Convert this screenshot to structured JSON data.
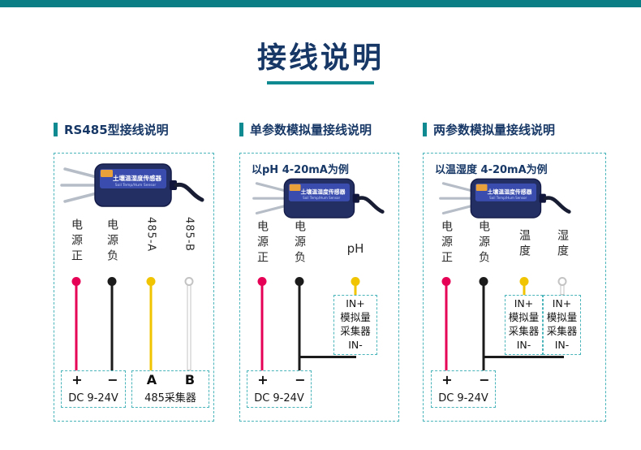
{
  "title": "接线说明",
  "colors": {
    "accent_teal": "#0b7e85",
    "heading_navy": "#173866",
    "dashed_border": "#49b4ba",
    "wire_red": "#e60055",
    "wire_black": "#1b1b1b",
    "wire_yellow": "#f0c400",
    "wire_white": "#ffffff"
  },
  "panels": [
    {
      "header": "RS485型接线说明",
      "sensor": {
        "label": "土壤温湿度传感器",
        "sublabel": "Soil Temp/Hum Sensor"
      },
      "terminals": [
        "电源正",
        "电源负",
        "485-A",
        "485-B"
      ],
      "power_box": {
        "pin_left": "+",
        "pin_right": "−",
        "label": "DC 9-24V"
      },
      "collector_box": {
        "pin_left": "A",
        "pin_right": "B",
        "label": "485采集器"
      }
    },
    {
      "header": "单参数模拟量接线说明",
      "note": "以pH 4-20mA为例",
      "sensor": {
        "label": "土壤温湿度传感器",
        "sublabel": "Soil Temp/Hum Sensor"
      },
      "terminals": [
        "电源正",
        "电源负",
        "pH"
      ],
      "analog_boxes": [
        {
          "lines": [
            "IN+",
            "模拟量",
            "采集器",
            "IN-"
          ]
        }
      ],
      "power_box": {
        "pin_left": "+",
        "pin_right": "−",
        "label": "DC 9-24V"
      }
    },
    {
      "header": "两参数模拟量接线说明",
      "note": "以温湿度 4-20mA为例",
      "sensor": {
        "label": "土壤温湿度传感器",
        "sublabel": "Soil Temp/Hum Sensor"
      },
      "terminals": [
        "电源正",
        "电源负",
        "温度",
        "湿度"
      ],
      "analog_boxes": [
        {
          "lines": [
            "IN+",
            "模拟量",
            "采集器",
            "IN-"
          ]
        },
        {
          "lines": [
            "IN+",
            "模拟量",
            "采集器",
            "IN-"
          ]
        }
      ],
      "power_box": {
        "pin_left": "+",
        "pin_right": "−",
        "label": "DC 9-24V"
      }
    }
  ]
}
